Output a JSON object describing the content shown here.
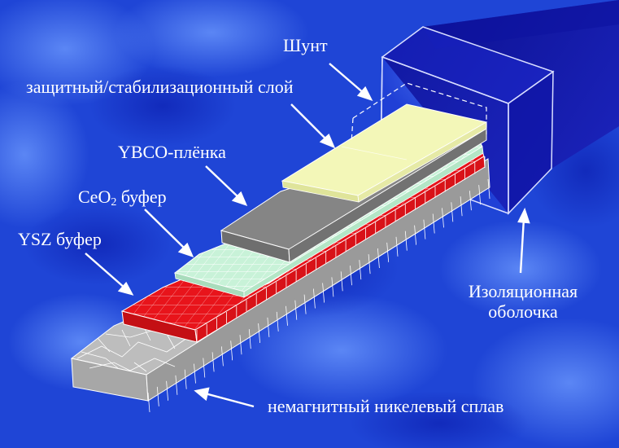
{
  "labels": {
    "shunt": "Шунт",
    "protective": "защитный/стабилизационный слой",
    "ybco": "YBCO-плёнка",
    "ceo2_prefix": "CeO",
    "ceo2_sub": "2",
    "ceo2_suffix": " буфер",
    "ysz": "YSZ буфер",
    "insulation_line1": "Изоляционная",
    "insulation_line2": "оболочка",
    "substrate": "немагнитный никелевый сплав"
  },
  "colors": {
    "background": "#1f45d6",
    "shunt_layer": "#f3f7b8",
    "ybco_layer": "#858585",
    "ceo2_layer": "#c8f2d8",
    "ysz_layer": "#e8141b",
    "substrate": "#c4c4c4",
    "insulation": "#10149a"
  }
}
